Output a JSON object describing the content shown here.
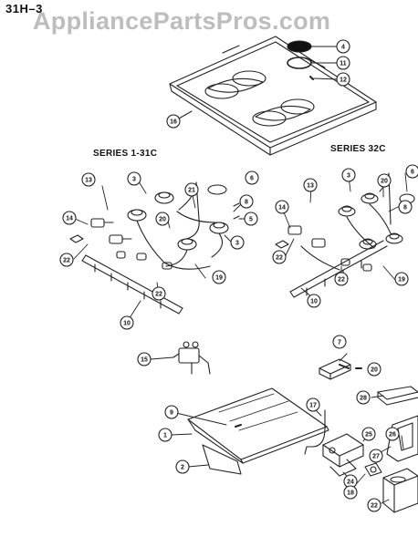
{
  "header": {
    "page_code": "31H–3"
  },
  "watermark": "AppliancePartsPros.com",
  "sections": {
    "left": "SERIES 1-31C",
    "right": "SERIES 32C"
  },
  "callouts": [
    "4",
    "11",
    "12",
    "16",
    "13",
    "3",
    "21",
    "6",
    "8",
    "5",
    "14",
    "20",
    "3",
    "22",
    "22",
    "19",
    "10",
    "13",
    "3",
    "20",
    "6",
    "14",
    "8",
    "22",
    "22",
    "19",
    "10",
    "15",
    "7",
    "20",
    "9",
    "1",
    "17",
    "28",
    "2",
    "25",
    "26",
    "27",
    "24",
    "18",
    "22"
  ]
}
